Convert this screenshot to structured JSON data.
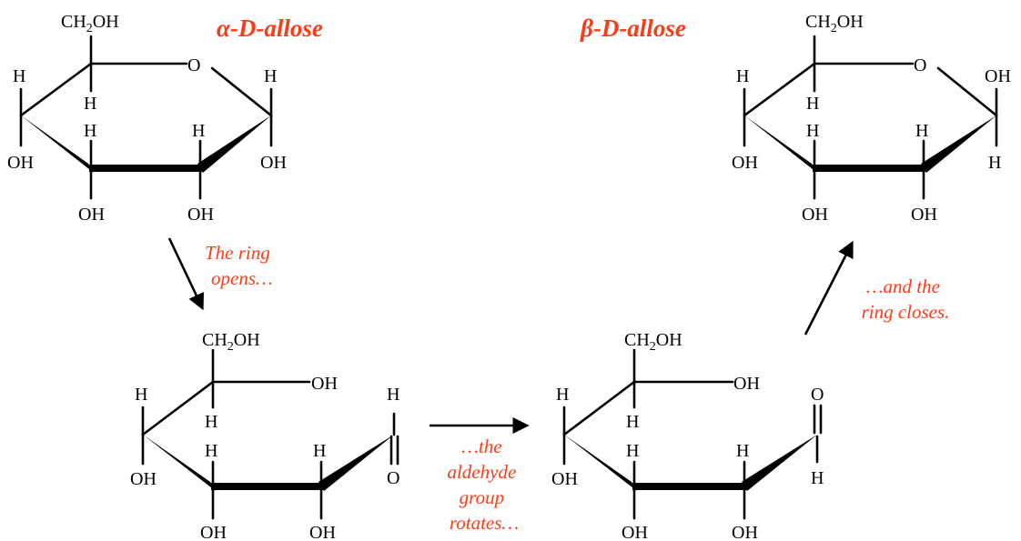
{
  "labels": {
    "title_alpha": "α-D-allose",
    "title_beta": "β-D-allose",
    "ring_opens_1": "The ring",
    "ring_opens_2": "opens…",
    "rotates_1": "…the",
    "rotates_2": "aldehyde",
    "rotates_3": "group",
    "rotates_4": "rotates…",
    "closes_1": "…and the",
    "closes_2": "ring closes."
  },
  "atoms": {
    "ch2": "CH",
    "two": "2",
    "oh_suffix": "OH",
    "oh": "OH",
    "h": "H",
    "o": "O"
  },
  "colors": {
    "accent": "#ff3a16",
    "ink": "#000000"
  }
}
